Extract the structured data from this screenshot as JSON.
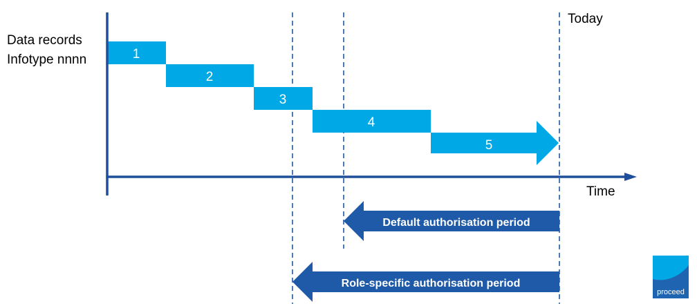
{
  "y_axis_label_line1": "Data records",
  "y_axis_label_line2": "Infotype nnnn",
  "x_axis_label": "Time",
  "today_label": "Today",
  "records": [
    {
      "label": "1"
    },
    {
      "label": "2"
    },
    {
      "label": "3"
    },
    {
      "label": "4"
    },
    {
      "label": "5"
    }
  ],
  "default_period_label": "Default authorisation period",
  "role_period_label": "Role-specific authorisation period",
  "logo_text": "proceed",
  "colors": {
    "record_fill": "#00a8e6",
    "axis": "#1f4e9c",
    "period_arrow": "#1f5aa8",
    "dashed_line": "#1f5aa8",
    "text": "#000000"
  }
}
